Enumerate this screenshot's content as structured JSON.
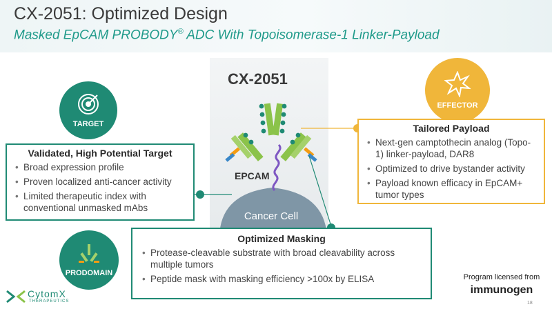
{
  "header": {
    "title": "CX-2051: Optimized Design",
    "subtitle_main": "Masked EpCAM PROBODY",
    "subtitle_reg": "®",
    "subtitle_rest": " ADC With Topoisomerase-1 Linker-Payload"
  },
  "diagram": {
    "drug_label": "CX-2051",
    "antigen_label": "EPCAM",
    "cell_label": "Cancer Cell"
  },
  "target": {
    "circle_label": "TARGET",
    "heading": "Validated, High Potential Target",
    "bullets": [
      "Broad expression profile",
      "Proven localized anti-cancer activity",
      "Limited therapeutic index with conventional unmasked mAbs"
    ]
  },
  "effector": {
    "circle_label": "EFFECTOR",
    "heading": "Tailored Payload",
    "bullets": [
      "Next-gen camptothecin analog (Topo-1) linker-payload, DAR8",
      "Optimized to drive bystander activity",
      "Payload known efficacy in EpCAM+ tumor types"
    ]
  },
  "prodomain": {
    "circle_label": "PRODOMAIN",
    "heading": "Optimized Masking",
    "bullets": [
      "Protease-cleavable substrate with broad cleavability across multiple tumors",
      "Peptide mask with masking efficiency >100x by ELISA"
    ]
  },
  "footer": {
    "licensed_text": "Program licensed from",
    "licensor": "immunogen",
    "company_name": "CytomX",
    "company_sub": "THERAPEUTICS",
    "page_number": "18"
  },
  "colors": {
    "teal": "#1f8a74",
    "accent_teal": "#1f9a8a",
    "gold": "#f0b63a",
    "antibody": "#8bc34a",
    "linker": "#7e57c2",
    "mask": "#f39c12"
  }
}
